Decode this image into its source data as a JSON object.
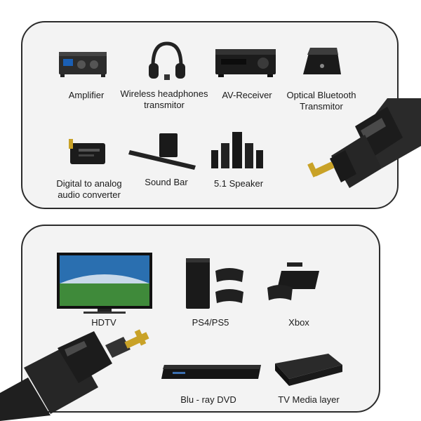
{
  "top_panel": {
    "devices": [
      {
        "label": [
          "Amplifier"
        ],
        "icon": "amplifier-icon"
      },
      {
        "label": [
          "Wireless headphones",
          "transmitor"
        ],
        "icon": "headphones-icon"
      },
      {
        "label": [
          "AV-Receiver"
        ],
        "icon": "av-receiver-icon"
      },
      {
        "label": [
          "Optical Bluetooth",
          "Transmitor"
        ],
        "icon": "bluetooth-transmitter-icon"
      },
      {
        "label": [
          "Digital to analog",
          "audio converter"
        ],
        "icon": "dac-converter-icon"
      },
      {
        "label": [
          "Sound Bar"
        ],
        "icon": "sound-bar-icon"
      },
      {
        "label": [
          "5.1 Speaker"
        ],
        "icon": "speaker-system-icon"
      }
    ]
  },
  "bottom_panel": {
    "devices": [
      {
        "label": [
          "HDTV"
        ],
        "icon": "hdtv-icon"
      },
      {
        "label": [
          "PS4/PS5"
        ],
        "icon": "playstation-icon"
      },
      {
        "label": [
          "Xbox"
        ],
        "icon": "xbox-icon"
      },
      {
        "label": [
          "Blu - ray DVD"
        ],
        "icon": "bluray-player-icon"
      },
      {
        "label": [
          "TV Media layer"
        ],
        "icon": "media-player-icon"
      }
    ]
  },
  "colors": {
    "panel_bg": "#f3f3f3",
    "panel_border": "#2b2b2b",
    "text": "#1a1a1a",
    "connector": "#2a2a2a",
    "gold": "#c9a227"
  }
}
